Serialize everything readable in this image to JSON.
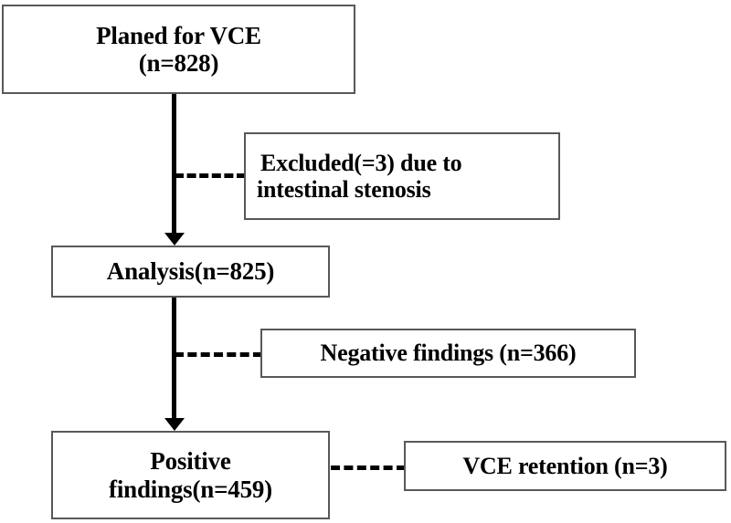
{
  "diagram": {
    "type": "flowchart",
    "title": "VCE study patient flow diagram",
    "orientation": "top-to-bottom",
    "colors": {
      "background": "#ffffff",
      "box_border": "#58585a",
      "text": "#000000",
      "connector": "#000000"
    },
    "nodes": [
      {
        "id": "planned",
        "line1": "Planed for VCE",
        "line2": "(n=828)",
        "count": 828
      },
      {
        "id": "excluded",
        "line1": "Excluded(=3) due to",
        "line2": "intestinal stenosis",
        "count": 3
      },
      {
        "id": "analysis",
        "line1": "Analysis(n=825)",
        "count": 825
      },
      {
        "id": "negative",
        "line1": "Negative findings (n=366)",
        "count": 366
      },
      {
        "id": "positive",
        "line1": "Positive",
        "line2": "findings(n=459)",
        "count": 459
      },
      {
        "id": "retention",
        "line1": "VCE retention  (n=3)",
        "count": 3
      }
    ],
    "connectors": [
      {
        "id": "planned-to-analysis",
        "style": "solid-arrow",
        "from": "planned",
        "to": "analysis"
      },
      {
        "id": "analysis-to-positive",
        "style": "solid-arrow",
        "from": "analysis",
        "to": "positive"
      },
      {
        "id": "to-excluded",
        "style": "dashed",
        "from": "planned-to-analysis",
        "to": "excluded"
      },
      {
        "id": "to-negative",
        "style": "dashed",
        "from": "analysis-to-positive",
        "to": "negative"
      },
      {
        "id": "to-retention",
        "style": "dashed",
        "from": "positive",
        "to": "retention"
      }
    ]
  }
}
